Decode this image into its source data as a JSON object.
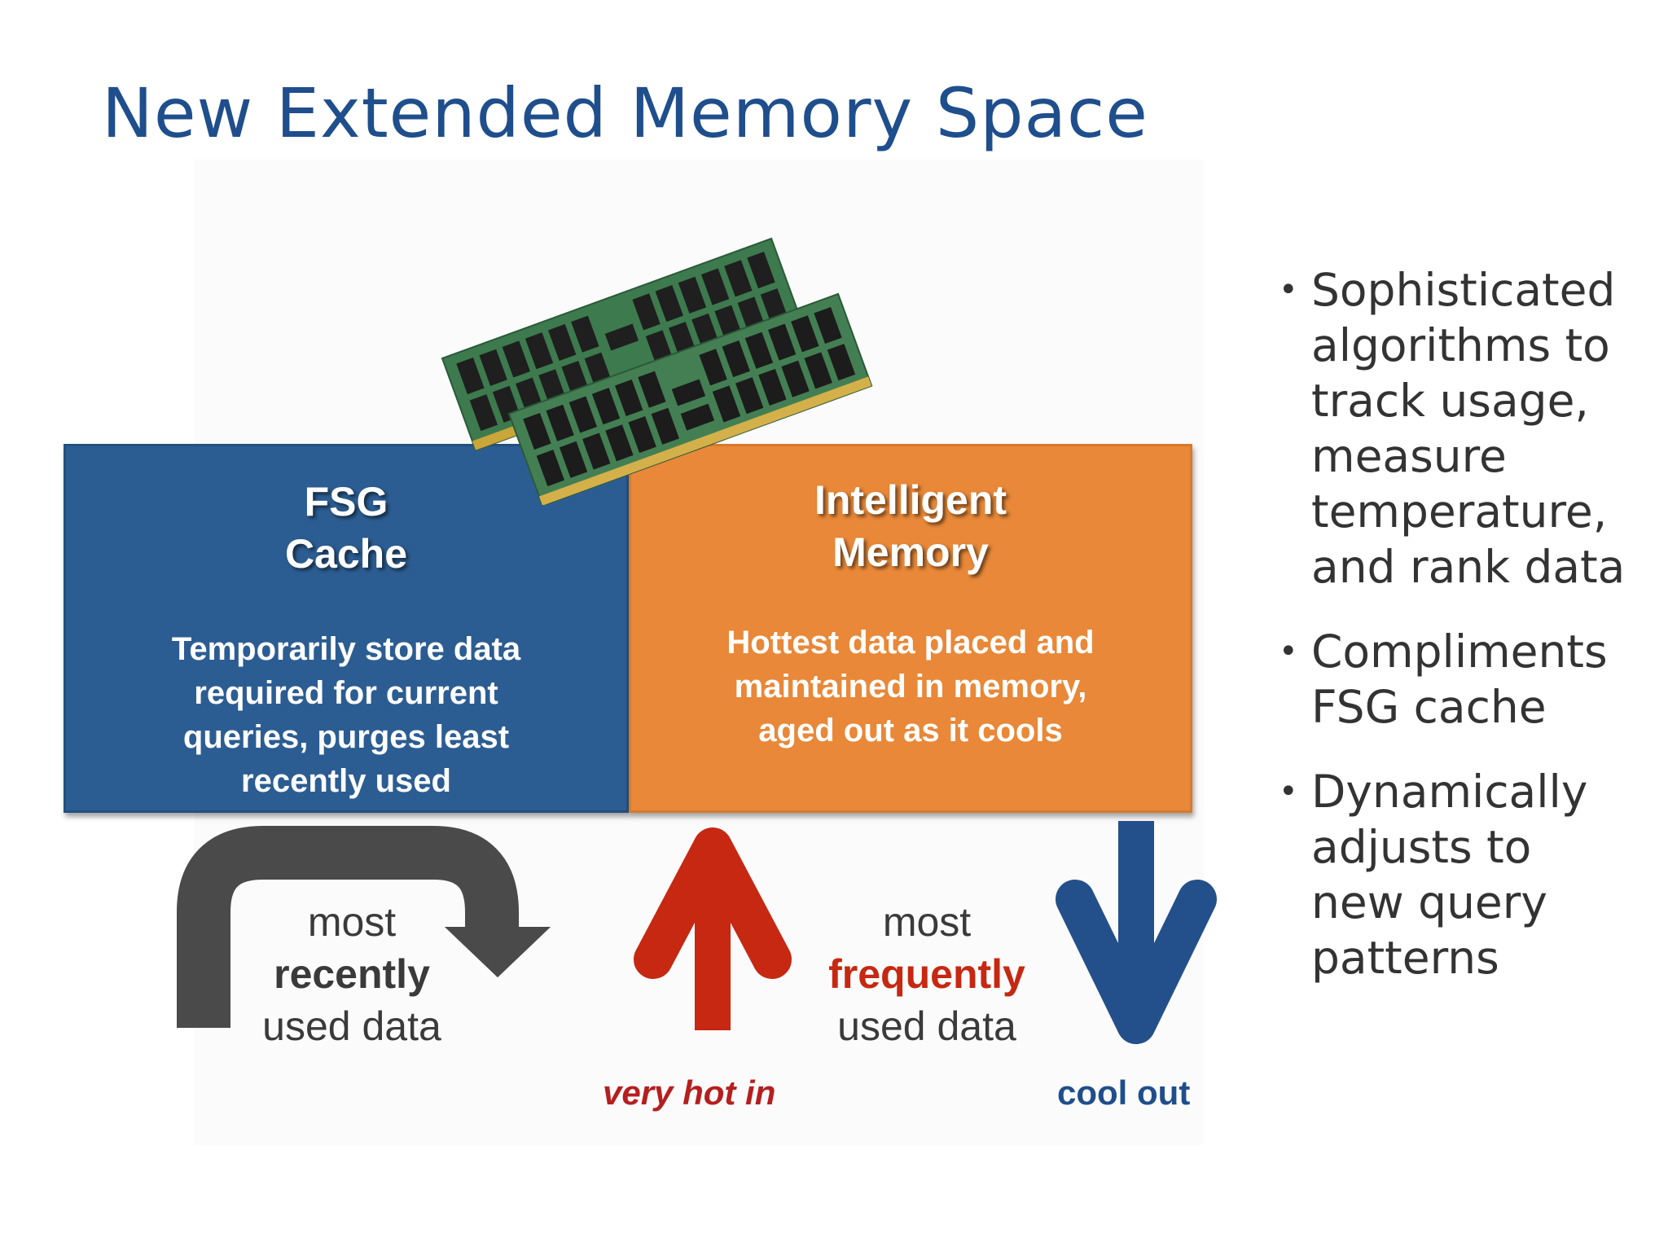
{
  "slide": {
    "title": "New Extended Memory Space"
  },
  "fsg_box": {
    "title_lines": [
      "FSG",
      "Cache"
    ],
    "desc_lines": [
      "Temporarily store data",
      "required for current",
      "queries, purges least",
      "recently used"
    ]
  },
  "im_box": {
    "title_lines": [
      "Intelligent",
      "Memory"
    ],
    "desc_lines": [
      "Hottest data placed and",
      "maintained in memory,",
      "aged out as it cools"
    ]
  },
  "recent_label": {
    "line1": "most",
    "line2": "recently",
    "line3": "used data"
  },
  "frequent_label": {
    "line1": "most",
    "line2": "frequently",
    "line3": "used data"
  },
  "hot_in": "very hot in",
  "cool_out": "cool out",
  "bullets": [
    {
      "lines": [
        "Sophisticated",
        "algorithms to",
        "track usage,",
        "measure",
        "temperature,",
        "and rank data"
      ]
    },
    {
      "lines": [
        "Compliments",
        "FSG cache"
      ]
    },
    {
      "lines": [
        "Dynamically",
        "adjusts to",
        "new query",
        "patterns"
      ]
    }
  ],
  "icons": {
    "ram": "ram-module-icon",
    "recent_arrow": "u-turn-arrow-icon",
    "hot_arrow": "arrow-up-icon",
    "cool_arrow": "arrow-down-icon"
  },
  "colors": {
    "title": "#1f4e8c",
    "fsg_box": "#2c5d92",
    "im_box": "#e88838",
    "recent_arrow": "#4a4a4a",
    "hot_arrow": "#c62812",
    "cool_arrow": "#23508a"
  }
}
